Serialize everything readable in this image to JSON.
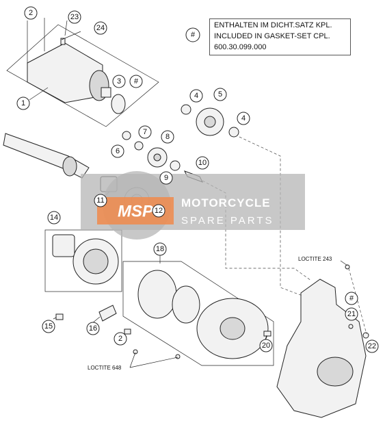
{
  "note": {
    "symbol": "#",
    "lines": [
      "ENTHALTEN IM DICHT.SATZ KPL.",
      "INCLUDED IN GASKET-SET CPL.",
      "600.30.099.000"
    ]
  },
  "callouts": [
    {
      "id": "c1",
      "label": "1"
    },
    {
      "id": "c2a",
      "label": "2"
    },
    {
      "id": "c23",
      "label": "23"
    },
    {
      "id": "c24",
      "label": "24"
    },
    {
      "id": "c3",
      "label": "3"
    },
    {
      "id": "c3hash",
      "label": "#"
    },
    {
      "id": "c4a",
      "label": "4"
    },
    {
      "id": "c5",
      "label": "5"
    },
    {
      "id": "c4b",
      "label": "4"
    },
    {
      "id": "c7",
      "label": "7"
    },
    {
      "id": "c6",
      "label": "6"
    },
    {
      "id": "c8",
      "label": "8"
    },
    {
      "id": "c9",
      "label": "9"
    },
    {
      "id": "c10",
      "label": "10"
    },
    {
      "id": "c11",
      "label": "11"
    },
    {
      "id": "c12",
      "label": "12"
    },
    {
      "id": "c14",
      "label": "14"
    },
    {
      "id": "c18",
      "label": "18"
    },
    {
      "id": "c15",
      "label": "15"
    },
    {
      "id": "c16",
      "label": "16"
    },
    {
      "id": "c2b",
      "label": "2"
    },
    {
      "id": "c20",
      "label": "20"
    },
    {
      "id": "c21hash",
      "label": "#"
    },
    {
      "id": "c21",
      "label": "21"
    },
    {
      "id": "c22",
      "label": "22"
    }
  ],
  "loctite": {
    "l243": "LOCTITE 243",
    "l648": "LOCTITE 648"
  },
  "watermark": {
    "line1": "MOTORCYCLE",
    "line2": "SPARE PARTS",
    "logo": "MSP"
  },
  "colors": {
    "watermark_bg": "#b5b5b5",
    "logo_orange": "#f08a4b",
    "line": "#222222"
  }
}
